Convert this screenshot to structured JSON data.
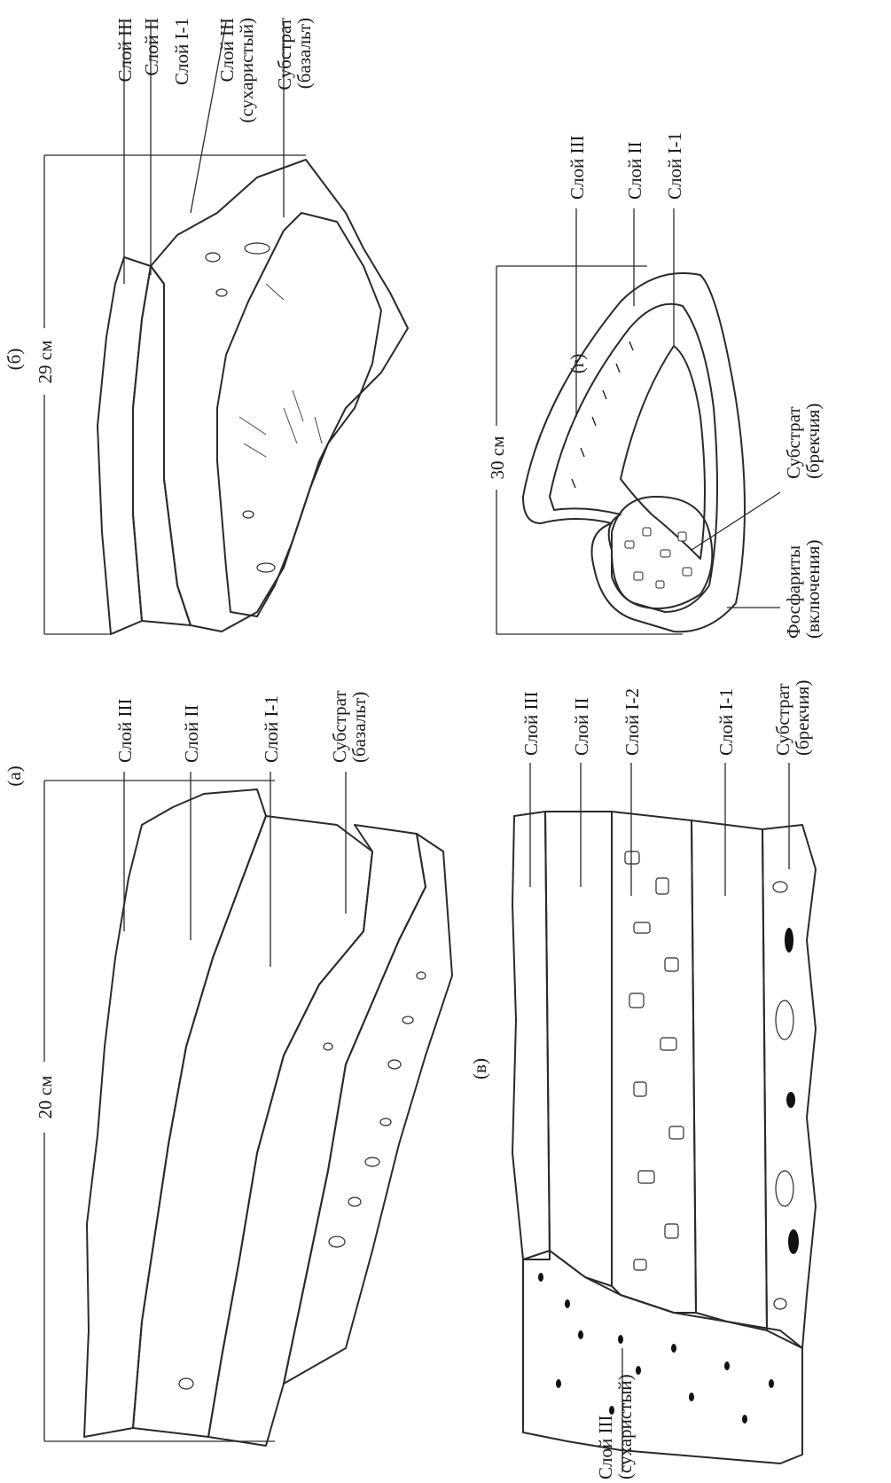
{
  "panels": {
    "a": {
      "letter": "(а)",
      "scale": "20 см",
      "layers": [
        "Слой III",
        "Слой II",
        "Слой I-1",
        "Субстрат",
        "(базальт)"
      ]
    },
    "b": {
      "letter": "(б)",
      "scale": "29 см",
      "layers": [
        "Слой III",
        "Слой II",
        "Слой I-1",
        "Слой III",
        "(сухаристый)",
        "Субстрат",
        "(базальт)"
      ]
    },
    "v": {
      "letter": "(в)",
      "layers": [
        "Слой III",
        "Слой II",
        "Слой I-2",
        "Слой I-1",
        "Субстрат",
        "(брекчия)"
      ],
      "bottom_label": [
        "Слой III",
        "(сухаристый)"
      ]
    },
    "g": {
      "letter": "(г)",
      "scale": "30 см",
      "layers": [
        "Слой III",
        "Слой II",
        "Слой I-1"
      ],
      "bottom_labels": [
        "Фосфариты",
        "(включения)",
        "Субстрат",
        "(брекчия)"
      ]
    }
  },
  "colors": {
    "ink": "#2a2a2a",
    "layer3_fill": "#ffffff",
    "layer2_fill": "#f2f2f2",
    "layer1_fill": "#c9c9c9",
    "dark_fill": "#9a9a9a",
    "substrate_fill": "#e6e6e6"
  }
}
